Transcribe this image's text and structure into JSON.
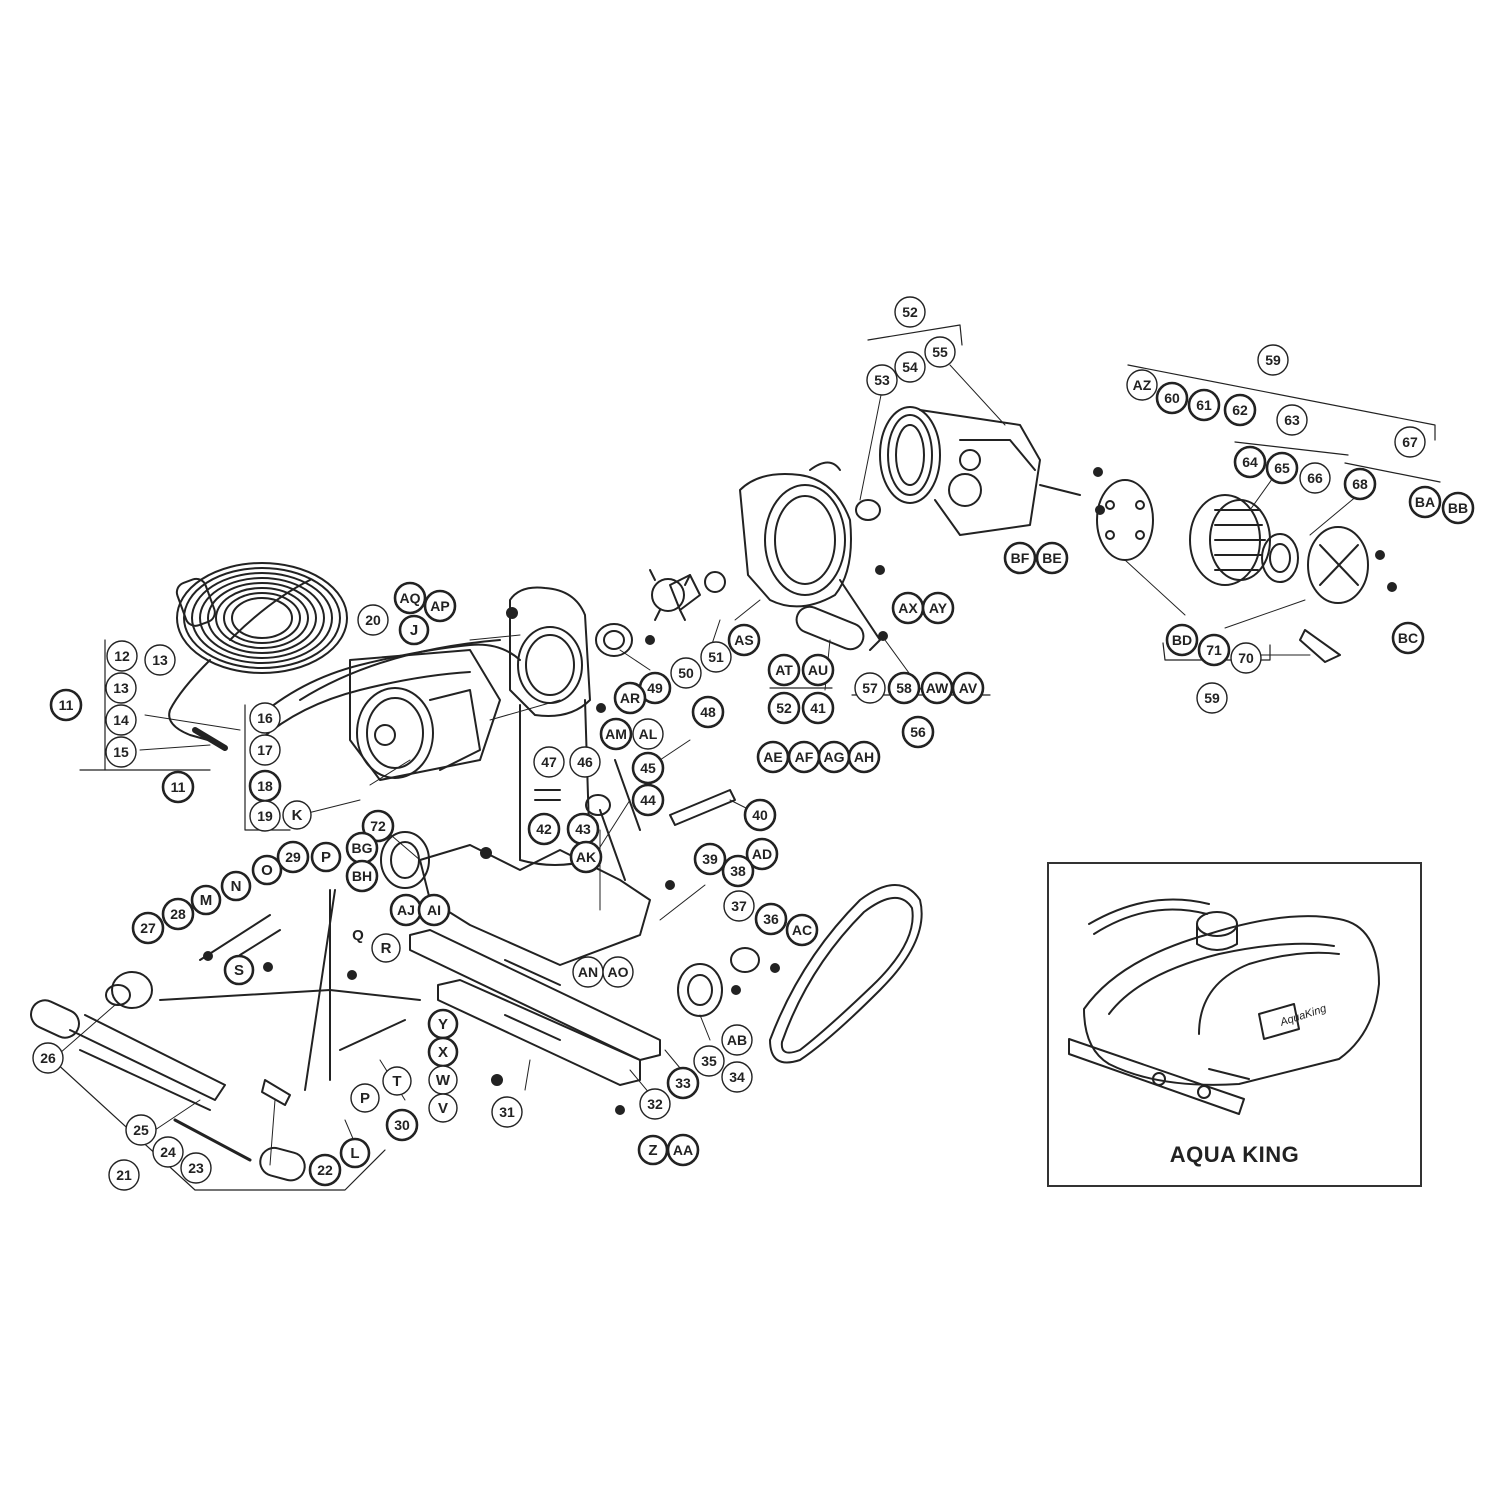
{
  "inset": {
    "title": "AQUA KING",
    "badge_text": "AquaKing"
  },
  "callouts": [
    {
      "id": "52"
    },
    {
      "id": "53"
    },
    {
      "id": "54"
    },
    {
      "id": "55"
    },
    {
      "id": "59"
    },
    {
      "id": "AZ"
    },
    {
      "id": "60"
    },
    {
      "id": "61"
    },
    {
      "id": "62"
    },
    {
      "id": "63"
    },
    {
      "id": "67"
    },
    {
      "id": "64"
    },
    {
      "id": "65"
    },
    {
      "id": "66"
    },
    {
      "id": "68"
    },
    {
      "id": "BA"
    },
    {
      "id": "BB"
    },
    {
      "id": "BF"
    },
    {
      "id": "BE"
    },
    {
      "id": "BD"
    },
    {
      "id": "71"
    },
    {
      "id": "70"
    },
    {
      "id": "BC"
    },
    {
      "id": "59"
    },
    {
      "id": "AQ"
    },
    {
      "id": "AP"
    },
    {
      "id": "20"
    },
    {
      "id": "J"
    },
    {
      "id": "AX"
    },
    {
      "id": "AY"
    },
    {
      "id": "AS"
    },
    {
      "id": "50"
    },
    {
      "id": "51"
    },
    {
      "id": "49"
    },
    {
      "id": "AR"
    },
    {
      "id": "48"
    },
    {
      "id": "AT"
    },
    {
      "id": "AU"
    },
    {
      "id": "52"
    },
    {
      "id": "41"
    },
    {
      "id": "57"
    },
    {
      "id": "58"
    },
    {
      "id": "AW"
    },
    {
      "id": "AV"
    },
    {
      "id": "56"
    },
    {
      "id": "12"
    },
    {
      "id": "13"
    },
    {
      "id": "13"
    },
    {
      "id": "11"
    },
    {
      "id": "14"
    },
    {
      "id": "15"
    },
    {
      "id": "16"
    },
    {
      "id": "17"
    },
    {
      "id": "11"
    },
    {
      "id": "18"
    },
    {
      "id": "19"
    },
    {
      "id": "K"
    },
    {
      "id": "AM"
    },
    {
      "id": "AL"
    },
    {
      "id": "47"
    },
    {
      "id": "46"
    },
    {
      "id": "45"
    },
    {
      "id": "44"
    },
    {
      "id": "AE"
    },
    {
      "id": "AF"
    },
    {
      "id": "AG"
    },
    {
      "id": "AH"
    },
    {
      "id": "40"
    },
    {
      "id": "72"
    },
    {
      "id": "42"
    },
    {
      "id": "43"
    },
    {
      "id": "AK"
    },
    {
      "id": "39"
    },
    {
      "id": "AD"
    },
    {
      "id": "38"
    },
    {
      "id": "BG"
    },
    {
      "id": "BH"
    },
    {
      "id": "AJ"
    },
    {
      "id": "AI"
    },
    {
      "id": "N"
    },
    {
      "id": "O"
    },
    {
      "id": "29"
    },
    {
      "id": "P"
    },
    {
      "id": "M"
    },
    {
      "id": "28"
    },
    {
      "id": "27"
    },
    {
      "id": "Q"
    },
    {
      "id": "R"
    },
    {
      "id": "S"
    },
    {
      "id": "37"
    },
    {
      "id": "36"
    },
    {
      "id": "AC"
    },
    {
      "id": "AN"
    },
    {
      "id": "AO"
    },
    {
      "id": "Y"
    },
    {
      "id": "X"
    },
    {
      "id": "W"
    },
    {
      "id": "V"
    },
    {
      "id": "31"
    },
    {
      "id": "33"
    },
    {
      "id": "32"
    },
    {
      "id": "35"
    },
    {
      "id": "AB"
    },
    {
      "id": "34"
    },
    {
      "id": "26"
    },
    {
      "id": "25"
    },
    {
      "id": "24"
    },
    {
      "id": "23"
    },
    {
      "id": "21"
    },
    {
      "id": "T"
    },
    {
      "id": "P"
    },
    {
      "id": "30"
    },
    {
      "id": "L"
    },
    {
      "id": "22"
    },
    {
      "id": "Z"
    },
    {
      "id": "AA"
    }
  ]
}
